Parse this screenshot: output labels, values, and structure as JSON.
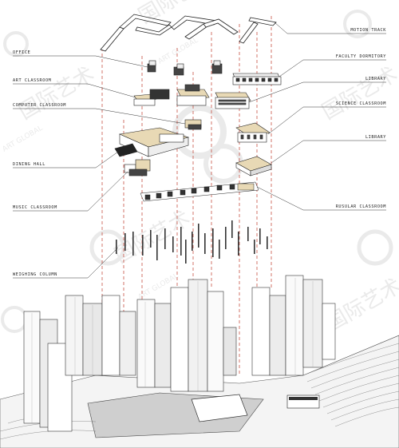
{
  "labels_left": {
    "office": "OFFICE",
    "art_classroom": "ART CLASSROOM",
    "computer_classroom": "COMPUTER CLASSROOM",
    "dining_hall": "DINING HALL",
    "music_classroom": "MUSIC CLASSROOM",
    "weighing_column": "WEIGHING COLUMN"
  },
  "labels_right": {
    "motion_track": "MOTION TRACK",
    "faculty_dormitory": "FACULTY DORMITORY",
    "library_1": "LIBRARY",
    "science_classroom": "SCIENCE CLASSROOM",
    "library_2": "LIBRARY",
    "regular_classroom": "RUSULAR CLASSROOM"
  },
  "watermark": {
    "text": "国际艺术",
    "sub": "ART GLOBAL",
    "color": "#d9d9d9"
  },
  "colors": {
    "line": "#333333",
    "guide": "#c0392b",
    "wood": "#e8d9b5"
  }
}
